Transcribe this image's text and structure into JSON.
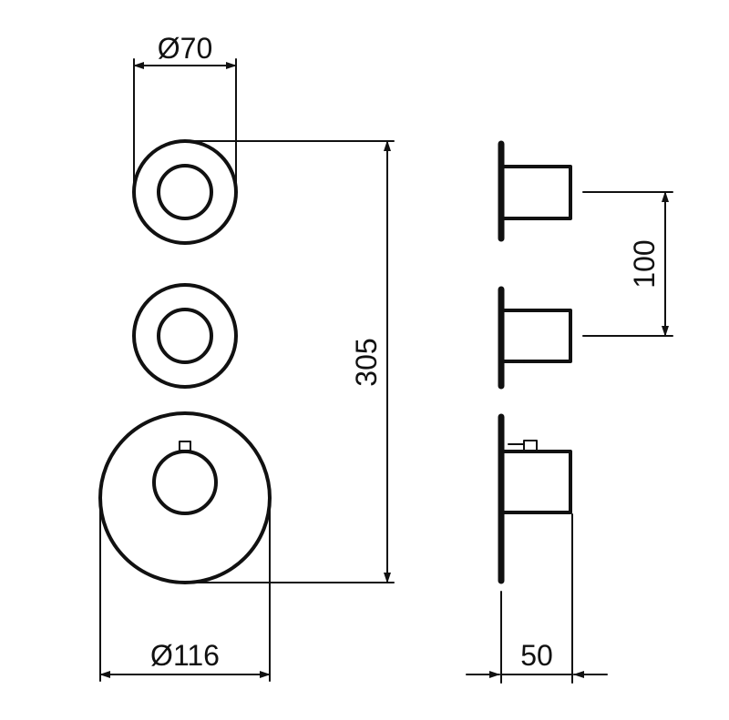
{
  "dimensions": {
    "small_rosette_diameter": "Ø70",
    "large_rosette_diameter": "Ø116",
    "total_height": "305",
    "valve_spacing": "100",
    "projection_depth": "50"
  }
}
